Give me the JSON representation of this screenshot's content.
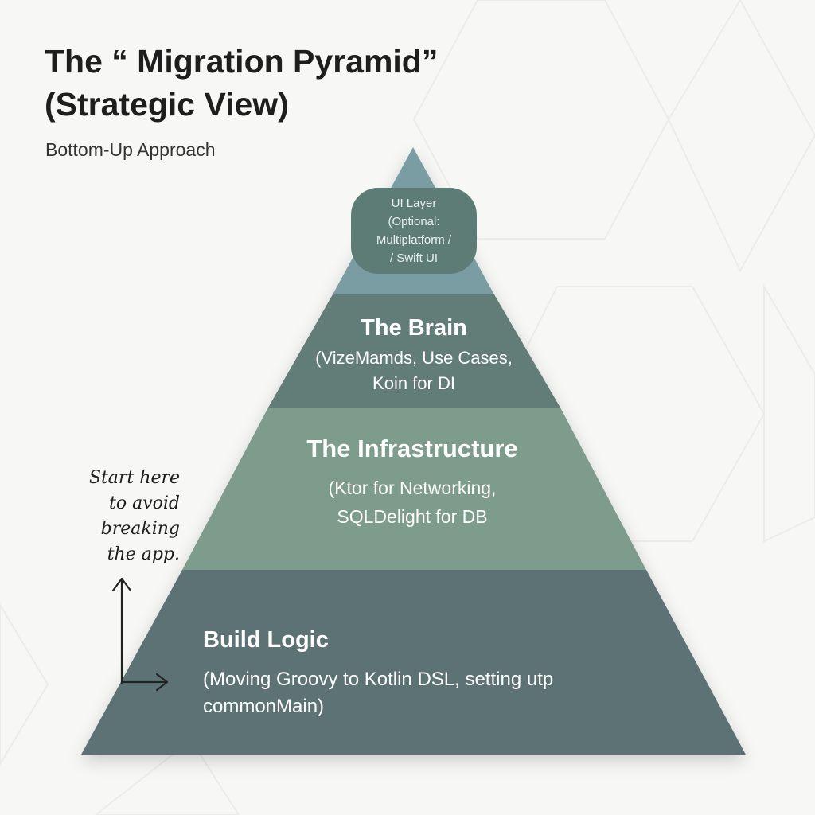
{
  "header": {
    "title_line1": "The “ Migration Pyramid”",
    "title_line2": "(Strategic View)",
    "subtitle": "Bottom-Up Approach"
  },
  "pyramid": {
    "tiers": [
      {
        "id": "ui",
        "lines": [
          "UI Layer",
          "(Optional:",
          "Multiplatform /",
          "/ Swift UI"
        ],
        "color": "#7a9ca3"
      },
      {
        "id": "brain",
        "heading": "The Brain",
        "lines": [
          "(VizeMamds, Use Cases,",
          "Koin for DI"
        ],
        "color": "#627d78"
      },
      {
        "id": "infrastructure",
        "heading": "The Infrastructure",
        "lines": [
          "(Ktor for Networking,",
          "SQLDelight for DB"
        ],
        "color": "#7e9c8b"
      },
      {
        "id": "build",
        "heading": "Build Logic",
        "lines": [
          "(Moving Groovy to Kotlin DSL, setting utp",
          "commonMain)"
        ],
        "color": "#5d7275"
      }
    ]
  },
  "annotation": {
    "lines": [
      "Start here",
      "to avoid",
      "breaking",
      "the app."
    ]
  }
}
